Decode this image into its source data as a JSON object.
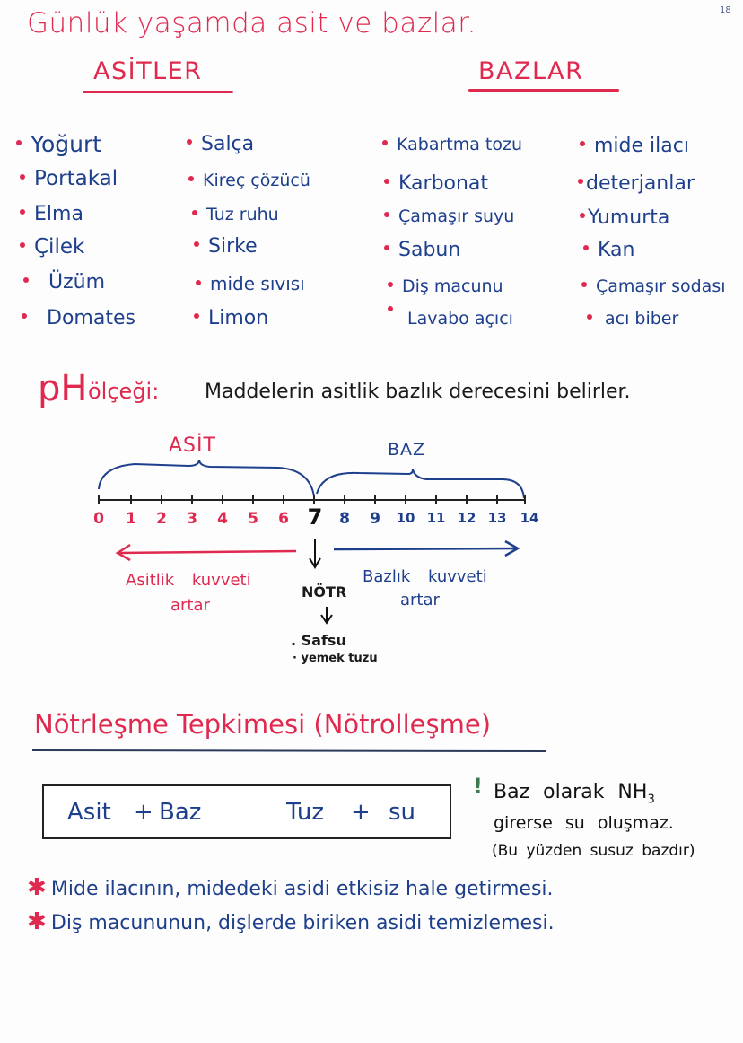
{
  "page": {
    "number": "18",
    "title": "Günlük yaşamda asit ve bazlar.",
    "colors": {
      "red": "#e0294f",
      "blue": "#1e3f8c",
      "black": "#1a1a1a",
      "background": "#fdfdfd"
    }
  },
  "asitler": {
    "heading": "ASİTLER",
    "column1": [
      "Yoğurt",
      "Portakal",
      "Elma",
      "Çilek",
      "Üzüm",
      "Domates"
    ],
    "column2": [
      "Salça",
      "Kireç çözücü",
      "Tuz ruhu",
      "Sirke",
      "mide sıvısı",
      "Limon"
    ]
  },
  "bazlar": {
    "heading": "BAZLAR",
    "column1": [
      "Kabartma tozu",
      "Karbonat",
      "Çamaşır suyu",
      "Sabun",
      "Diş macunu",
      "Lavabo açıcı"
    ],
    "column2": [
      "mide ilacı",
      "deterjanlar",
      "Yumurta",
      "Kan",
      "Çamaşır sodası",
      "acı biber"
    ]
  },
  "ph_scale": {
    "label": "pH",
    "label2": "ölçeği:",
    "definition": "Maddelerin asitlik bazlık derecesini belirler.",
    "asit_label": "ASİT",
    "baz_label": "BAZ",
    "ticks": [
      "0",
      "1",
      "2",
      "3",
      "4",
      "5",
      "6",
      "7",
      "8",
      "9",
      "10",
      "11",
      "12",
      "13",
      "14"
    ],
    "acid_arrow_text_1": "Asitlik kuvveti",
    "acid_arrow_text_2": "artar",
    "base_arrow_text_1": "Bazlık kuvveti",
    "base_arrow_text_2": "artar",
    "neutral_label": "NÖTR",
    "neutral_examples": [
      ". Safsu",
      "· yemek tuzu"
    ]
  },
  "notrlesme": {
    "heading": "Nötrleşme Tepkimesi (Nötrolleşme)",
    "equation": {
      "left1": "Asit",
      "plus1": "+",
      "left2": "Baz",
      "right1": "Tuz",
      "plus2": "+",
      "right2": "su"
    },
    "note_mark": "!",
    "note_line1": "Baz olarak NH",
    "note_sub": "3",
    "note_line2": "girerse su oluşmaz.",
    "note_line3": "(Bu yüzden susuz bazdır)",
    "examples": [
      "Mide ilacının, midedeki asidi etkisiz hale getirmesi.",
      "Diş macununun, dişlerde biriken asidi temizlemesi."
    ],
    "bullet_symbol": "✱"
  }
}
